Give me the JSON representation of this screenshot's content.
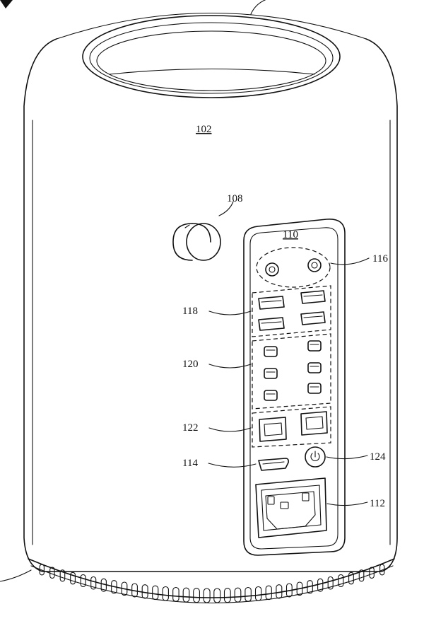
{
  "figure": {
    "labels": {
      "housing": "102",
      "button": "108",
      "panel": "110",
      "ac_inlet": "112",
      "indicator": "114",
      "audio_group": "116",
      "usb_group": "118",
      "thunderbolt_group": "120",
      "ethernet_group": "122",
      "power_button": "124"
    }
  }
}
